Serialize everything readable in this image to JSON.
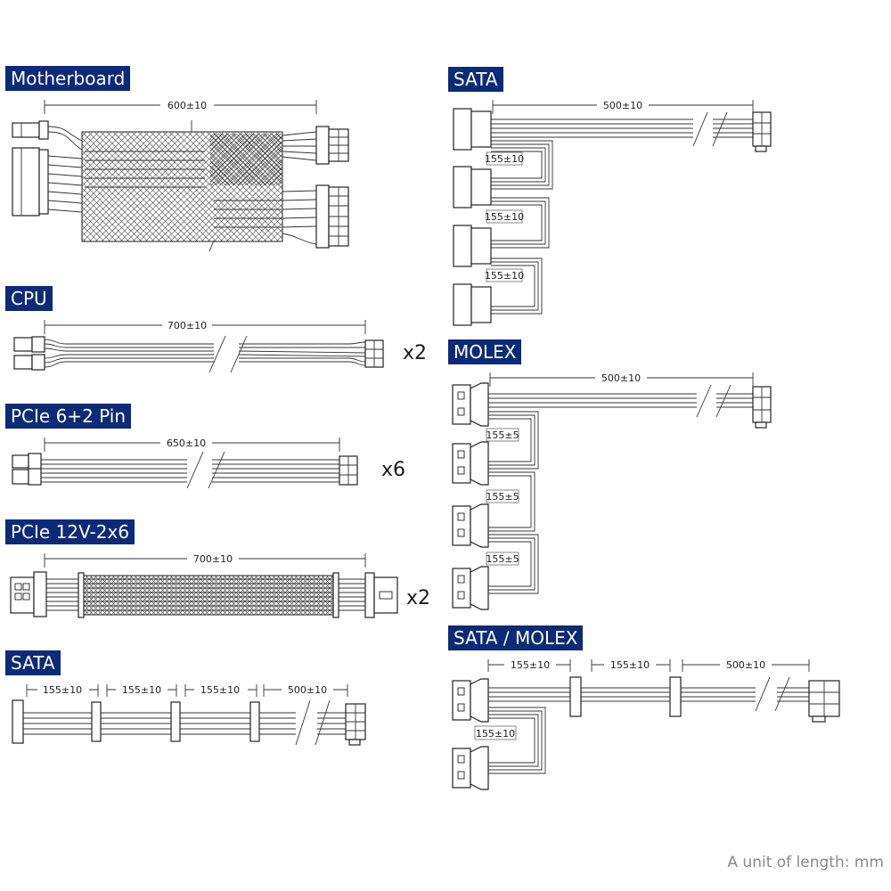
{
  "sections": {
    "motherboard": {
      "title": "Motherboard",
      "length": "600±10"
    },
    "cpu": {
      "title": "CPU",
      "length": "700±10",
      "multiplier": "x2"
    },
    "pcie62": {
      "title": "PCIe 6+2 Pin",
      "length": "650±10",
      "multiplier": "x6"
    },
    "pcie12v": {
      "title": "PCIe 12V-2x6",
      "length": "700±10",
      "multiplier": "x2"
    },
    "sata_left": {
      "title": "SATA",
      "segments": [
        "155±10",
        "155±10",
        "155±10",
        "500±10"
      ]
    },
    "sata_right": {
      "title": "SATA",
      "length": "500±10",
      "segments": [
        "155±10",
        "155±10",
        "155±10"
      ]
    },
    "molex": {
      "title": "MOLEX",
      "length": "500±10",
      "segments": [
        "155±5",
        "155±5",
        "155±5"
      ]
    },
    "sata_molex": {
      "title": "SATA / MOLEX",
      "segments": [
        "155±10",
        "155±10",
        "500±10"
      ],
      "branch": "155±10"
    }
  },
  "footnote": "A unit of length: mm"
}
